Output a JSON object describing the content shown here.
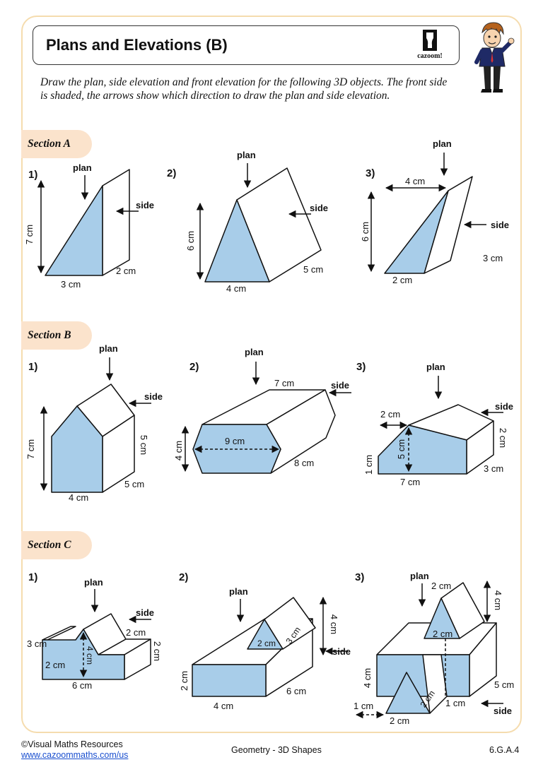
{
  "title": "Plans and Elevations (B)",
  "logo_text": "cazoom!",
  "instructions": "Draw the plan, side elevation and front elevation for the following 3D objects. The front side is shaded, the arrows show which direction to draw the plan and side elevation.",
  "sections": [
    "Section A",
    "Section B",
    "Section C"
  ],
  "labels": {
    "plan": "plan",
    "side": "side",
    "n1": "1)",
    "n2": "2)",
    "n3": "3)"
  },
  "dims": {
    "a1": [
      "7 cm",
      "3 cm",
      "2 cm"
    ],
    "a2": [
      "6 cm",
      "4 cm",
      "5 cm"
    ],
    "a3": [
      "6 cm",
      "4 cm",
      "2 cm",
      "3 cm"
    ],
    "b1": [
      "7 cm",
      "4 cm",
      "5 cm",
      "5 cm"
    ],
    "b2": [
      "7 cm",
      "9 cm",
      "4 cm",
      "8 cm"
    ],
    "b3": [
      "2 cm",
      "5 cm",
      "1 cm",
      "7 cm",
      "2 cm",
      "3 cm"
    ],
    "c1": [
      "3 cm",
      "2 cm",
      "4 cm",
      "6 cm",
      "2 cm",
      "2 cm"
    ],
    "c2": [
      "2 cm",
      "3 cm",
      "4 cm",
      "2 cm",
      "4 cm",
      "6 cm"
    ],
    "c3": [
      "2 cm",
      "4 cm",
      "2 cm",
      "4 cm",
      "5 cm",
      "1 cm",
      "2 cm",
      "1 cm",
      "2 cm"
    ]
  },
  "footer": {
    "copyright": "©Visual Maths Resources",
    "url": "www.cazoommaths.com/us",
    "topic": "Geometry - 3D Shapes",
    "code": "6.G.A.4"
  },
  "colors": {
    "shade": "#a8cde9",
    "tab": "#fbe3cc",
    "frame": "#f5dcae"
  }
}
